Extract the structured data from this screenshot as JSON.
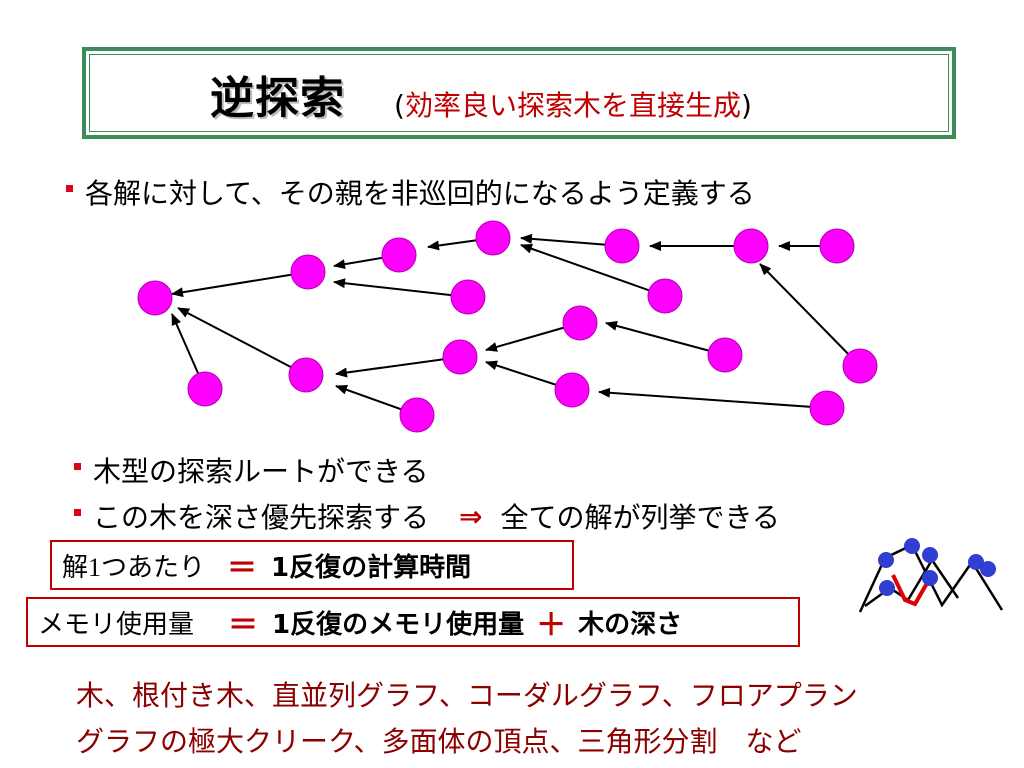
{
  "title": {
    "main": "逆探索",
    "open_paren": "(",
    "sub": "効率良い探索木を直接生成",
    "close_paren": ")"
  },
  "bullets": {
    "define_parent": "各解に対して、その親を非巡回的になるよう定義する",
    "tree_route": "木型の探索ルートができる",
    "dfs": "この木を深さ優先探索する",
    "implies": "⇒",
    "enumerate": "全ての解が列挙できる"
  },
  "formulas": {
    "time": {
      "lhs_kanji": "解",
      "lhs_num": "1",
      "lhs_rest": "つあたり",
      "eq": "＝",
      "rhs": "1反復の計算時間"
    },
    "memory": {
      "lhs": "メモリ使用量",
      "eq": "＝",
      "rhs1": "1反復のメモリ使用量",
      "plus": "＋",
      "rhs2": "木の深さ"
    }
  },
  "examples": {
    "line1": "木、根付き木、直並列グラフ、コーダルグラフ、フロアプラン",
    "line2": "グラフの極大クリーク、多面体の頂点、三角形分割　など"
  },
  "colors": {
    "node": "#ff00ff",
    "accent_red": "#c00000",
    "frame_green": "#3f8a5a",
    "small_node": "#2f3fd0"
  }
}
